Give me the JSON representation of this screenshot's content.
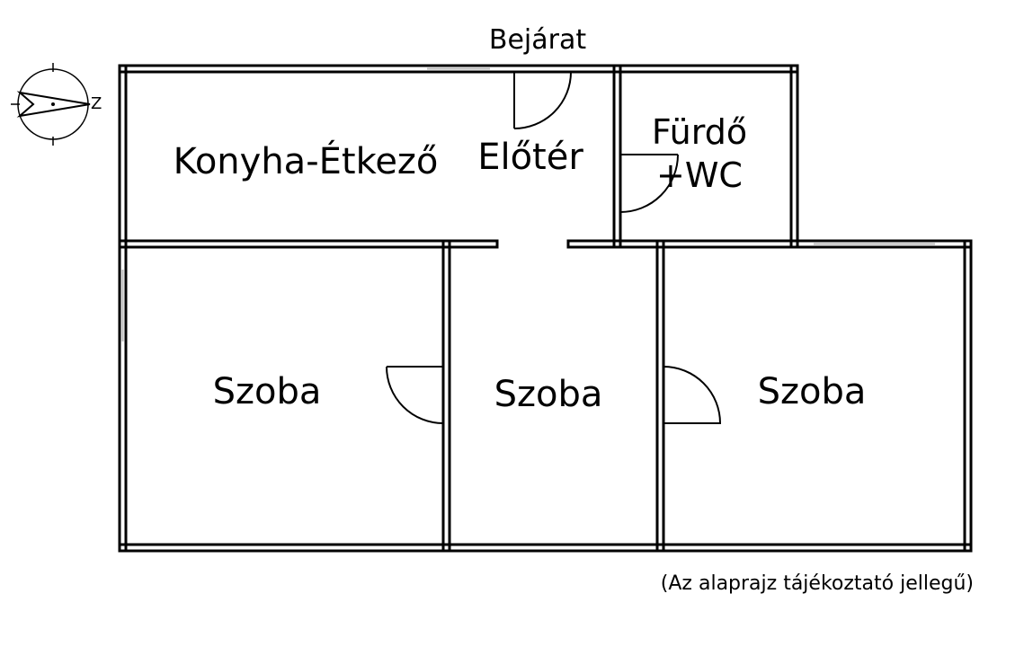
{
  "entrance_label": "Bejárat",
  "compass_label": "Z",
  "rooms": [
    {
      "name": "Konyha-Étkező"
    },
    {
      "name": "Előtér"
    },
    {
      "name": "Fürdő",
      "name_line2": "+WC"
    },
    {
      "name": "Szoba"
    },
    {
      "name": "Szoba"
    },
    {
      "name": "Szoba"
    }
  ],
  "footnote": "(Az alaprajz tájékoztató jellegű)"
}
